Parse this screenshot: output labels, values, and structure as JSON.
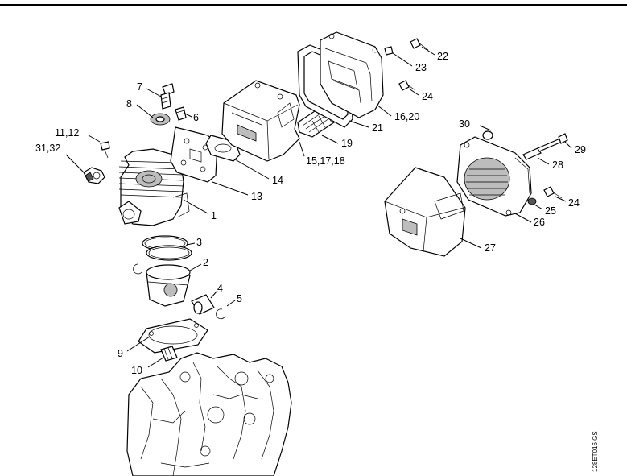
{
  "labels": {
    "l1": "1",
    "l2": "2",
    "l3": "3",
    "l4": "4",
    "l5": "5",
    "l6": "6",
    "l7": "7",
    "l8": "8",
    "l9": "9",
    "l10": "10",
    "l11_12": "11,12",
    "l13": "13",
    "l14": "14",
    "l15_17_18": "15,17,18",
    "l16_20": "16,20",
    "l19": "19",
    "l21": "21",
    "l22": "22",
    "l23": "23",
    "l24a": "24",
    "l24b": "24",
    "l25": "25",
    "l26": "26",
    "l27": "27",
    "l28": "28",
    "l29": "29",
    "l30": "30",
    "l31_32": "31,32"
  },
  "drawing_code": "128ET016 GS"
}
